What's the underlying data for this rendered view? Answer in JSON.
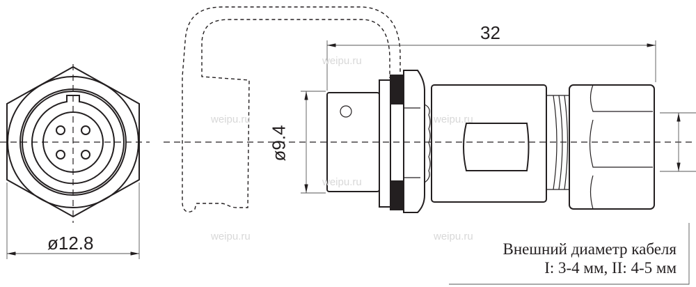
{
  "watermark": "weipu.ru",
  "dimensions": {
    "front_diameter": "ø12.8",
    "receptacle_diameter": "ø9.4",
    "overall_length": "32"
  },
  "note": {
    "line1": "Внешний диаметр кабеля",
    "line2": "I: 3-4 мм, II: 4-5 мм"
  },
  "colors": {
    "line": "#231f20",
    "watermark": "#d8d8d8"
  }
}
